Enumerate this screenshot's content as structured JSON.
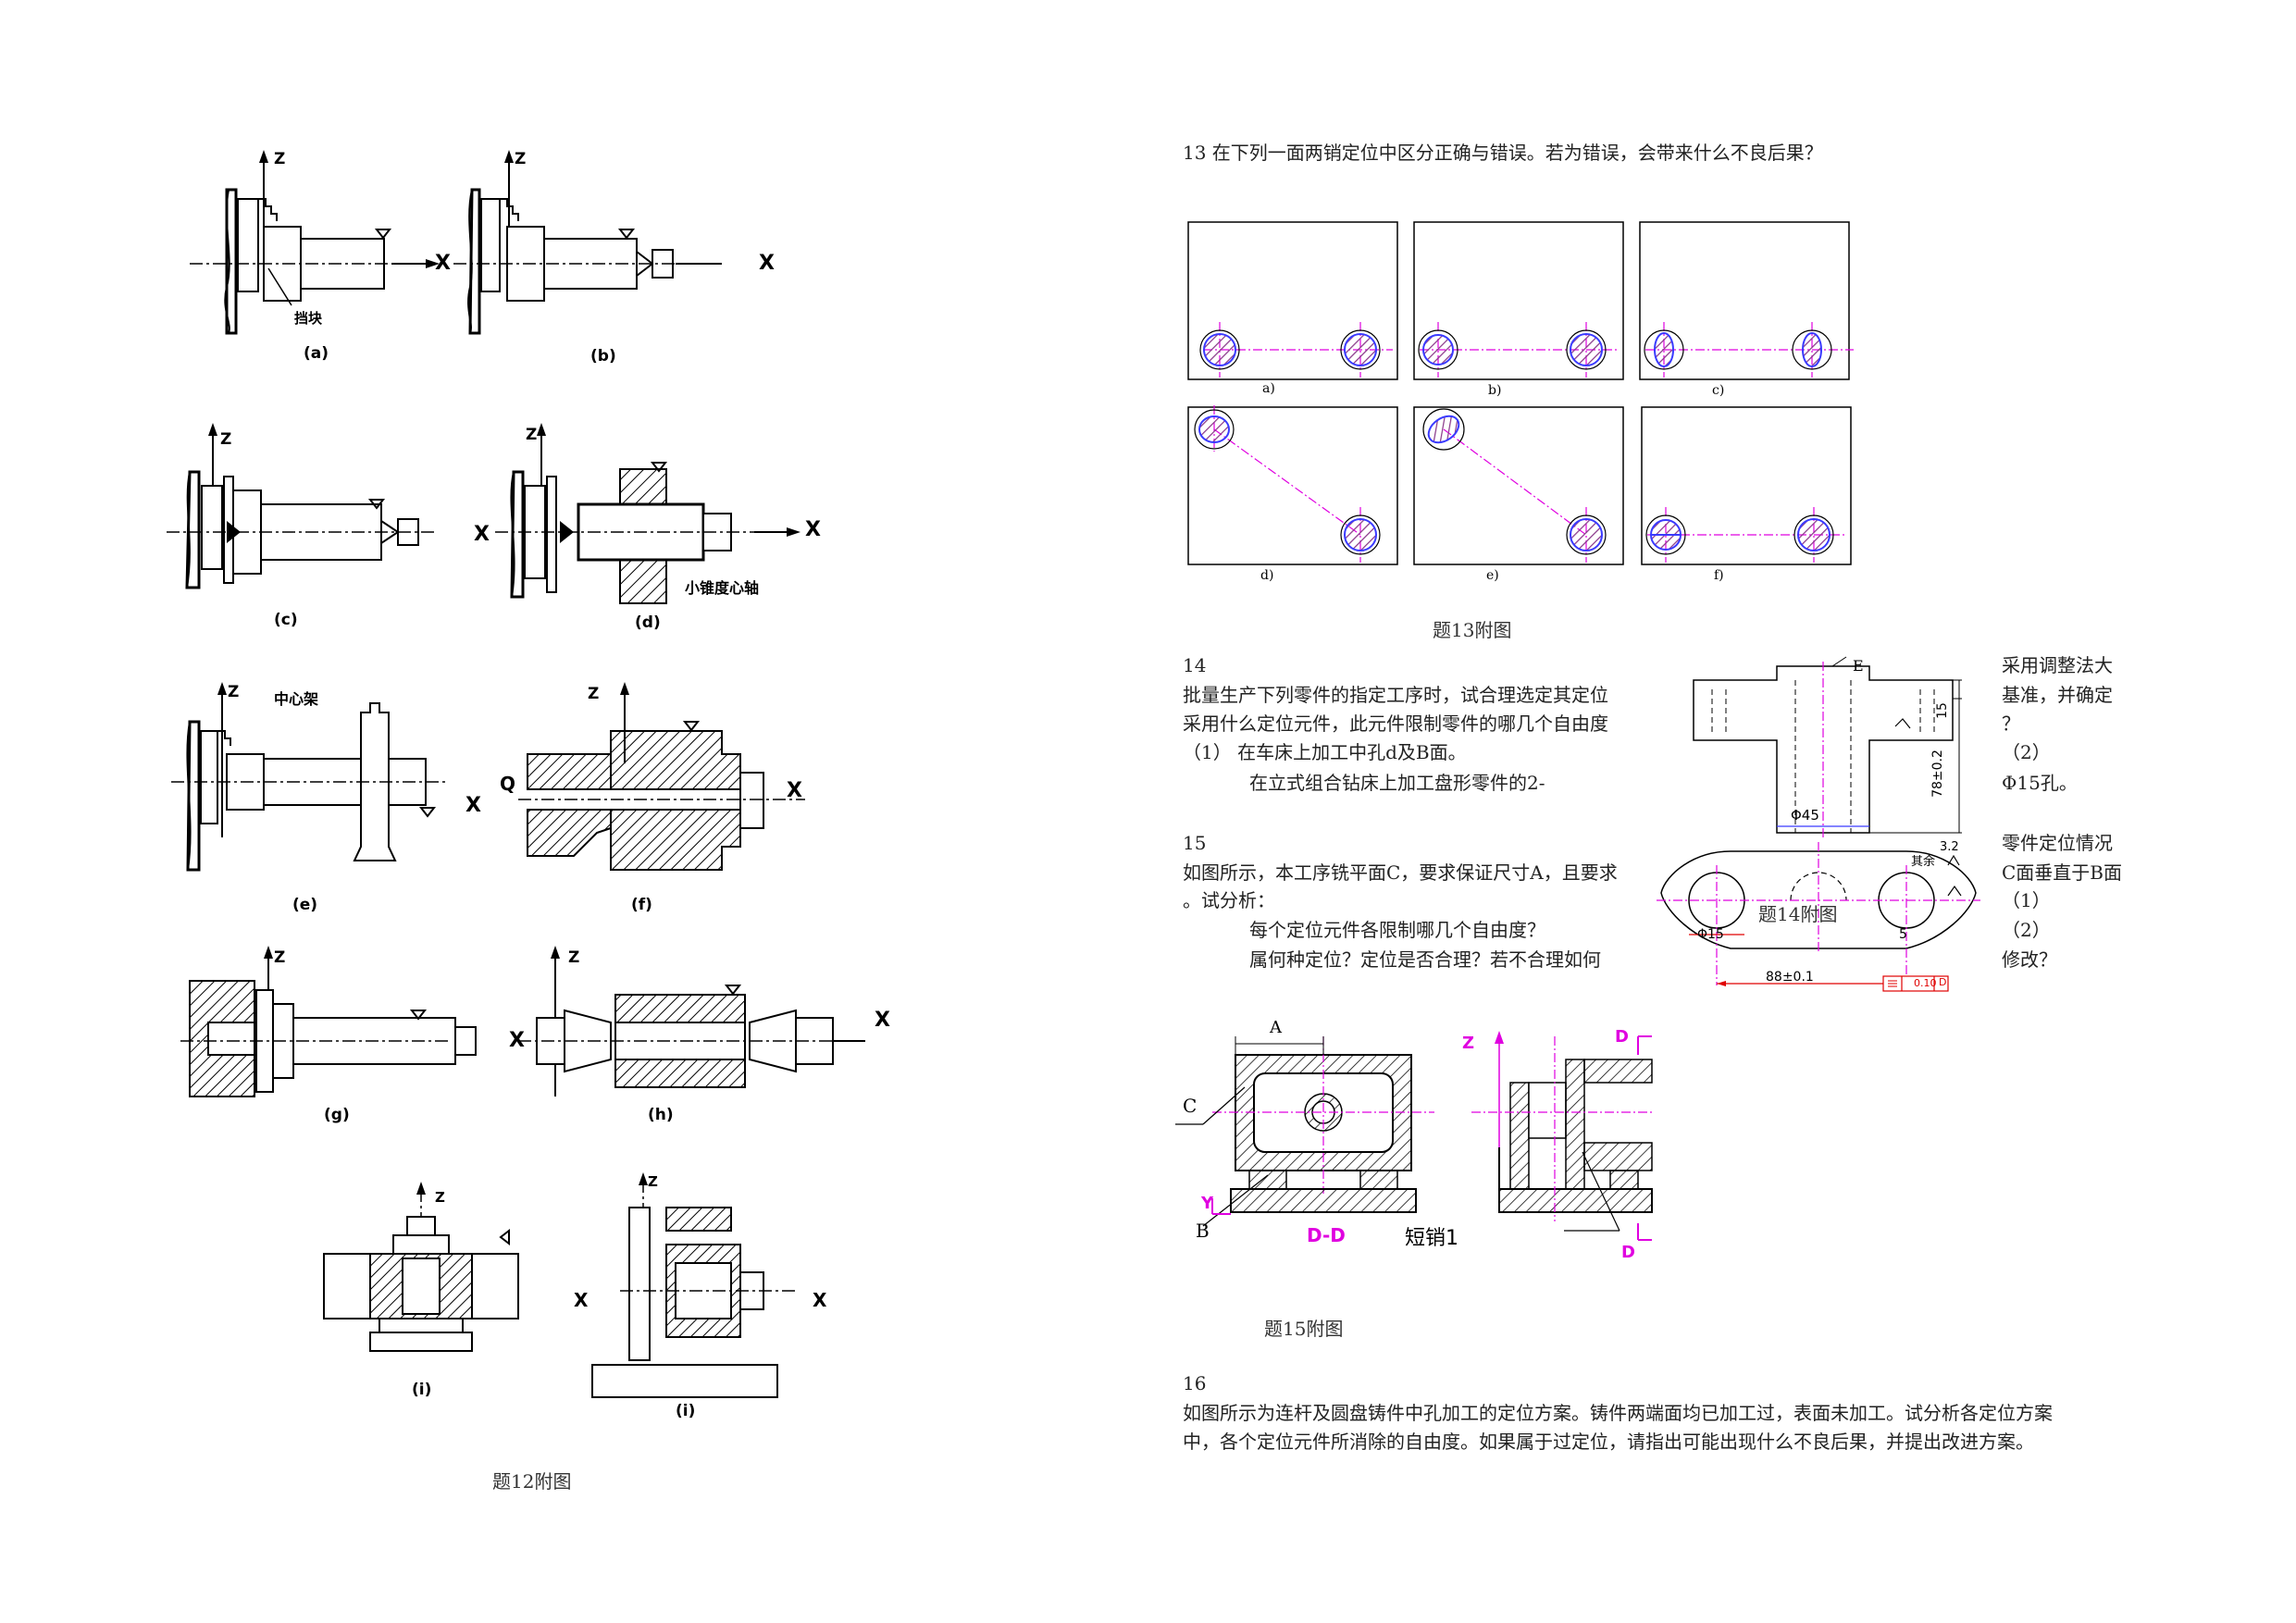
{
  "left_figure": {
    "caption": "题12附图",
    "sub_labels": [
      "(a)",
      "(b)",
      "(c)",
      "(d)",
      "(e)",
      "(f)",
      "(g)",
      "(h)",
      "(i)",
      "(i)"
    ],
    "annotations": {
      "stop_block": "挡块",
      "center_rest": "中心架",
      "small_taper_mandrel": "小锥度心轴",
      "z": "Z",
      "x": "X",
      "q": "Q"
    }
  },
  "q13": {
    "text": "13  在下列一面两销定位中区分正确与错误。若为错误，会带来什么不良后果？",
    "panel_labels": [
      "a)",
      "b)",
      "c)",
      "d)",
      "e)",
      "f)"
    ],
    "caption": "题13附图"
  },
  "q14": {
    "number": "14",
    "line1": "批量生产下列零件的指定工序时，试合理选定其定位",
    "line2": "采用什么定位元件，此元件限制零件的哪几个自由度",
    "item1": "（1）     在车床上加工中孔d及B面。",
    "item2": "在立式组合钻床上加工盘形零件的2-",
    "right1": "采用调整法大",
    "right2": "基准，并确定",
    "right3": "？",
    "right4": "（2）",
    "right5": "Φ15孔。",
    "caption": "题14附图",
    "dims": {
      "e": "E",
      "phi45": "Φ45",
      "d15": "15",
      "d78": "78±0.2",
      "other": "其余",
      "rough": "3.2",
      "phi15": "Φ15",
      "d5": "5",
      "d88": "88±0.1",
      "tol": "0.10",
      "datum": "D"
    }
  },
  "q15": {
    "number": "15",
    "line1": "如图所示，本工序铣平面C，要求保证尺寸A，且要求",
    "line2": "。试分析：",
    "item1": "每个定位元件各限制哪几个自由度？",
    "item2": "属何种定位？定位是否合理？若不合理如何",
    "right1": "零件定位情况",
    "right2": "C面垂直于B面",
    "right3": "（1）",
    "right4": "（2）",
    "right5": "修改？",
    "caption": "题15附图",
    "labels": {
      "a": "A",
      "c": "C",
      "b": "B",
      "y": "Y",
      "z": "Z",
      "dd": "D-D",
      "d": "D",
      "short_pin": "短销1"
    }
  },
  "q16": {
    "number": "16",
    "line1": "如图所示为连杆及圆盘铸件中孔加工的定位方案。铸件两端面均已加工过，表面未加工。试分析各定位方案",
    "line2": "中，各个定位元件所消除的自由度。如果属于过定位，请指出可能出现什么不良后果，并提出改进方案。"
  },
  "colors": {
    "magenta": "#e000e0",
    "blue": "#3a3aff",
    "red": "#e00000",
    "hatch": "#8a3a8a"
  }
}
